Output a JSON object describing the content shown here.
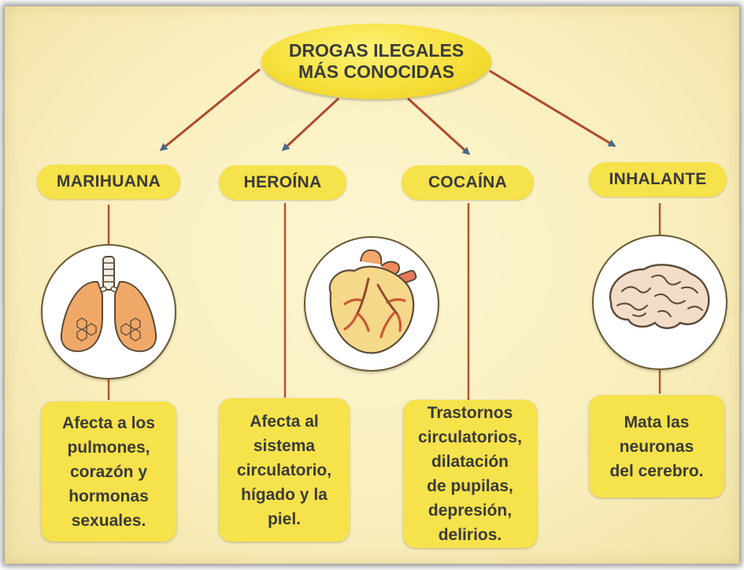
{
  "title": {
    "line1": "DROGAS ILEGALES",
    "line2": "MÁS CONOCIDAS"
  },
  "drugs": [
    {
      "name": "MARIHUANA",
      "illustration": "lungs-icon",
      "effect": "Afecta a los\npulmones,\ncorazón y\nhormonas\nsexuales."
    },
    {
      "name": "HEROÍNA",
      "illustration": "none",
      "effect": "Afecta al\nsistema\ncirculatorio,\nhígado y la\npiel."
    },
    {
      "name": "COCAÍNA",
      "illustration": "heart-icon",
      "effect": "Trastornos\ncirculatorios,\ndilatación\nde pupilas,\ndepresión,\ndelirios."
    },
    {
      "name": "INHALANTE",
      "illustration": "brain-icon",
      "effect": "Mata las\nneuronas\ndel cerebro."
    }
  ],
  "colors": {
    "background": "#f9eebc",
    "label_fill": "#f6e24a",
    "arrow": "#b04a2a",
    "connector": "#b5522e",
    "arrowhead": "#4a6a8a",
    "text": "#3a3a3a"
  }
}
